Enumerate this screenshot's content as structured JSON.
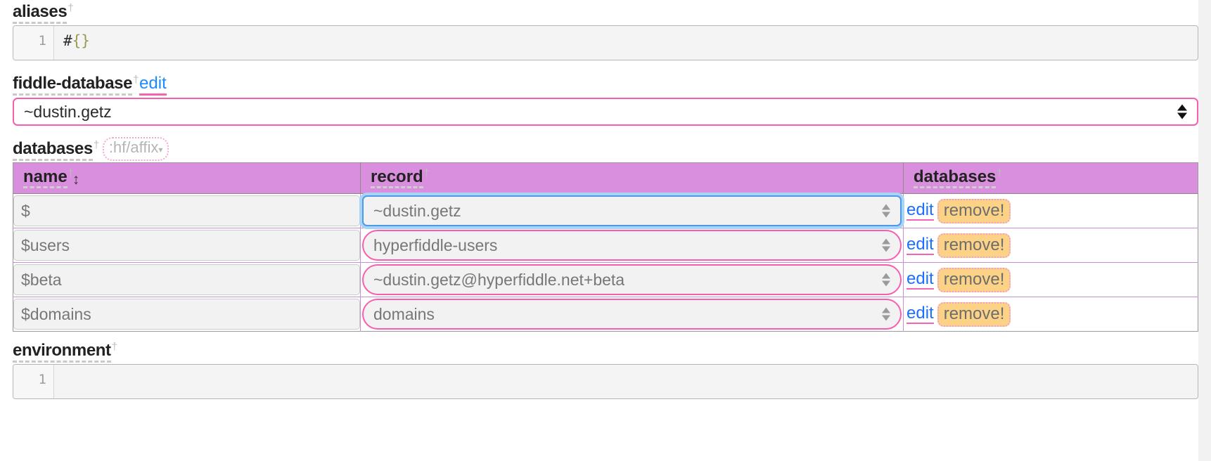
{
  "fields": {
    "aliases": {
      "label": "aliases",
      "dagger": "†",
      "editor": {
        "line_number": "1",
        "code_hash": "#",
        "code_braces": "{}"
      }
    },
    "fiddle_database": {
      "label": "fiddle-database",
      "dagger": "†",
      "edit_link": "edit",
      "select_value": "~dustin.getz"
    },
    "databases": {
      "label": "databases",
      "dagger": "†",
      "affix": ":hf/affix",
      "affix_caret": "▾"
    },
    "environment": {
      "label": "environment",
      "dagger": "†",
      "editor": {
        "line_number": "1",
        "code": ""
      }
    }
  },
  "table": {
    "columns": [
      {
        "label": "name",
        "dagger": "†",
        "sort_icon": "↕"
      },
      {
        "label": "record",
        "dagger": "†"
      },
      {
        "label": "databases",
        "dagger": "†"
      }
    ],
    "rows": [
      {
        "name": "$",
        "record": "~dustin.getz",
        "record_focused": true,
        "edit_label": "edit",
        "remove_label": "remove!"
      },
      {
        "name": "$users",
        "record": "hyperfiddle-users",
        "record_focused": false,
        "edit_label": "edit",
        "remove_label": "remove!"
      },
      {
        "name": "$beta",
        "record": "~dustin.getz@hyperfiddle.net+beta",
        "record_focused": false,
        "edit_label": "edit",
        "remove_label": "remove!"
      },
      {
        "name": "$domains",
        "record": "domains",
        "record_focused": false,
        "edit_label": "edit",
        "remove_label": "remove!"
      }
    ]
  },
  "colors": {
    "accent_pink": "#f75fae",
    "header_purple": "#d98fdd",
    "link_blue": "#1a6fff",
    "remove_amber": "#fcd386",
    "focus_blue": "#4c9ae8"
  }
}
